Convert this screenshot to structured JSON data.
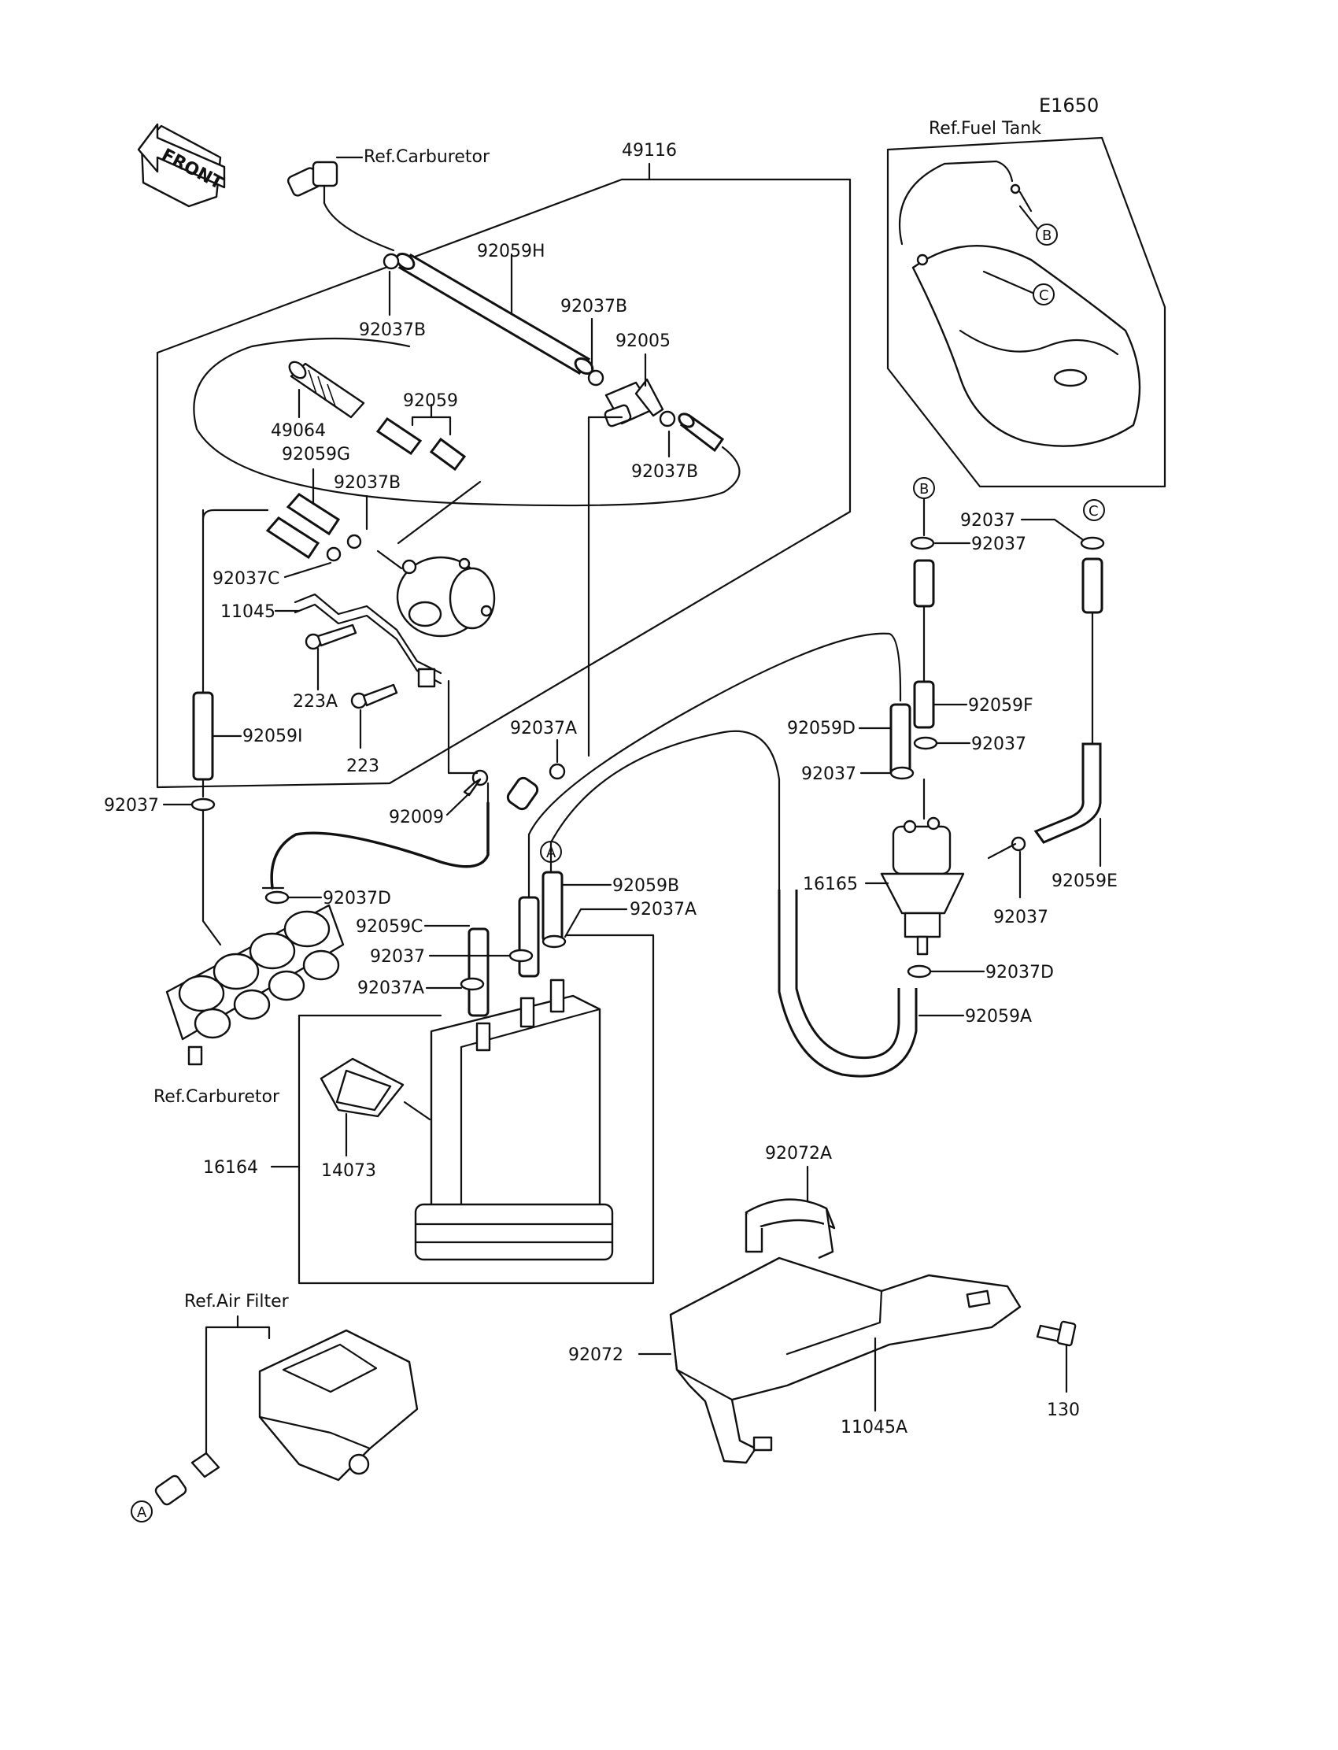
{
  "diagram_code": "E1650",
  "front_marker": "FRONT",
  "references": {
    "carburetor_top": "Ref.Carburetor",
    "carburetor_bottom": "Ref.Carburetor",
    "fuel_tank": "Ref.Fuel Tank",
    "air_filter": "Ref.Air Filter"
  },
  "callouts": {
    "a": "A",
    "b": "B",
    "c": "C"
  },
  "part_numbers": {
    "p49116": "49116",
    "p92059H": "92059H",
    "p92037B_top": "92037B",
    "p92037B_mid": "92037B",
    "p92005": "92005",
    "p92059": "92059",
    "p92037B_right": "92037B",
    "p49064": "49064",
    "p92059G": "92059G",
    "p92037B_left": "92037B",
    "p92037C": "92037C",
    "p11045": "11045",
    "p223A": "223A",
    "p223": "223",
    "p92059I": "92059I",
    "p92037_left": "92037",
    "p92009": "92009",
    "p92037A_top": "92037A",
    "p92037_b1": "92037",
    "p92037_b2": "92037",
    "p92059F": "92059F",
    "p92059D": "92059D",
    "p92037_f1": "92037",
    "p92037_f2": "92037",
    "p16165": "16165",
    "p92037_e": "92037",
    "p92059E": "92059E",
    "p92037D_carb": "92037D",
    "p92059C": "92059C",
    "p92059B": "92059B",
    "p92037A_can": "92037A",
    "p92037_can": "92037",
    "p92037A_can2": "92037A",
    "p92037D_filter": "92037D",
    "p92059A": "92059A",
    "p16164": "16164",
    "p14073": "14073",
    "p92072A": "92072A",
    "p92072": "92072",
    "p11045A": "11045A",
    "p130": "130"
  }
}
